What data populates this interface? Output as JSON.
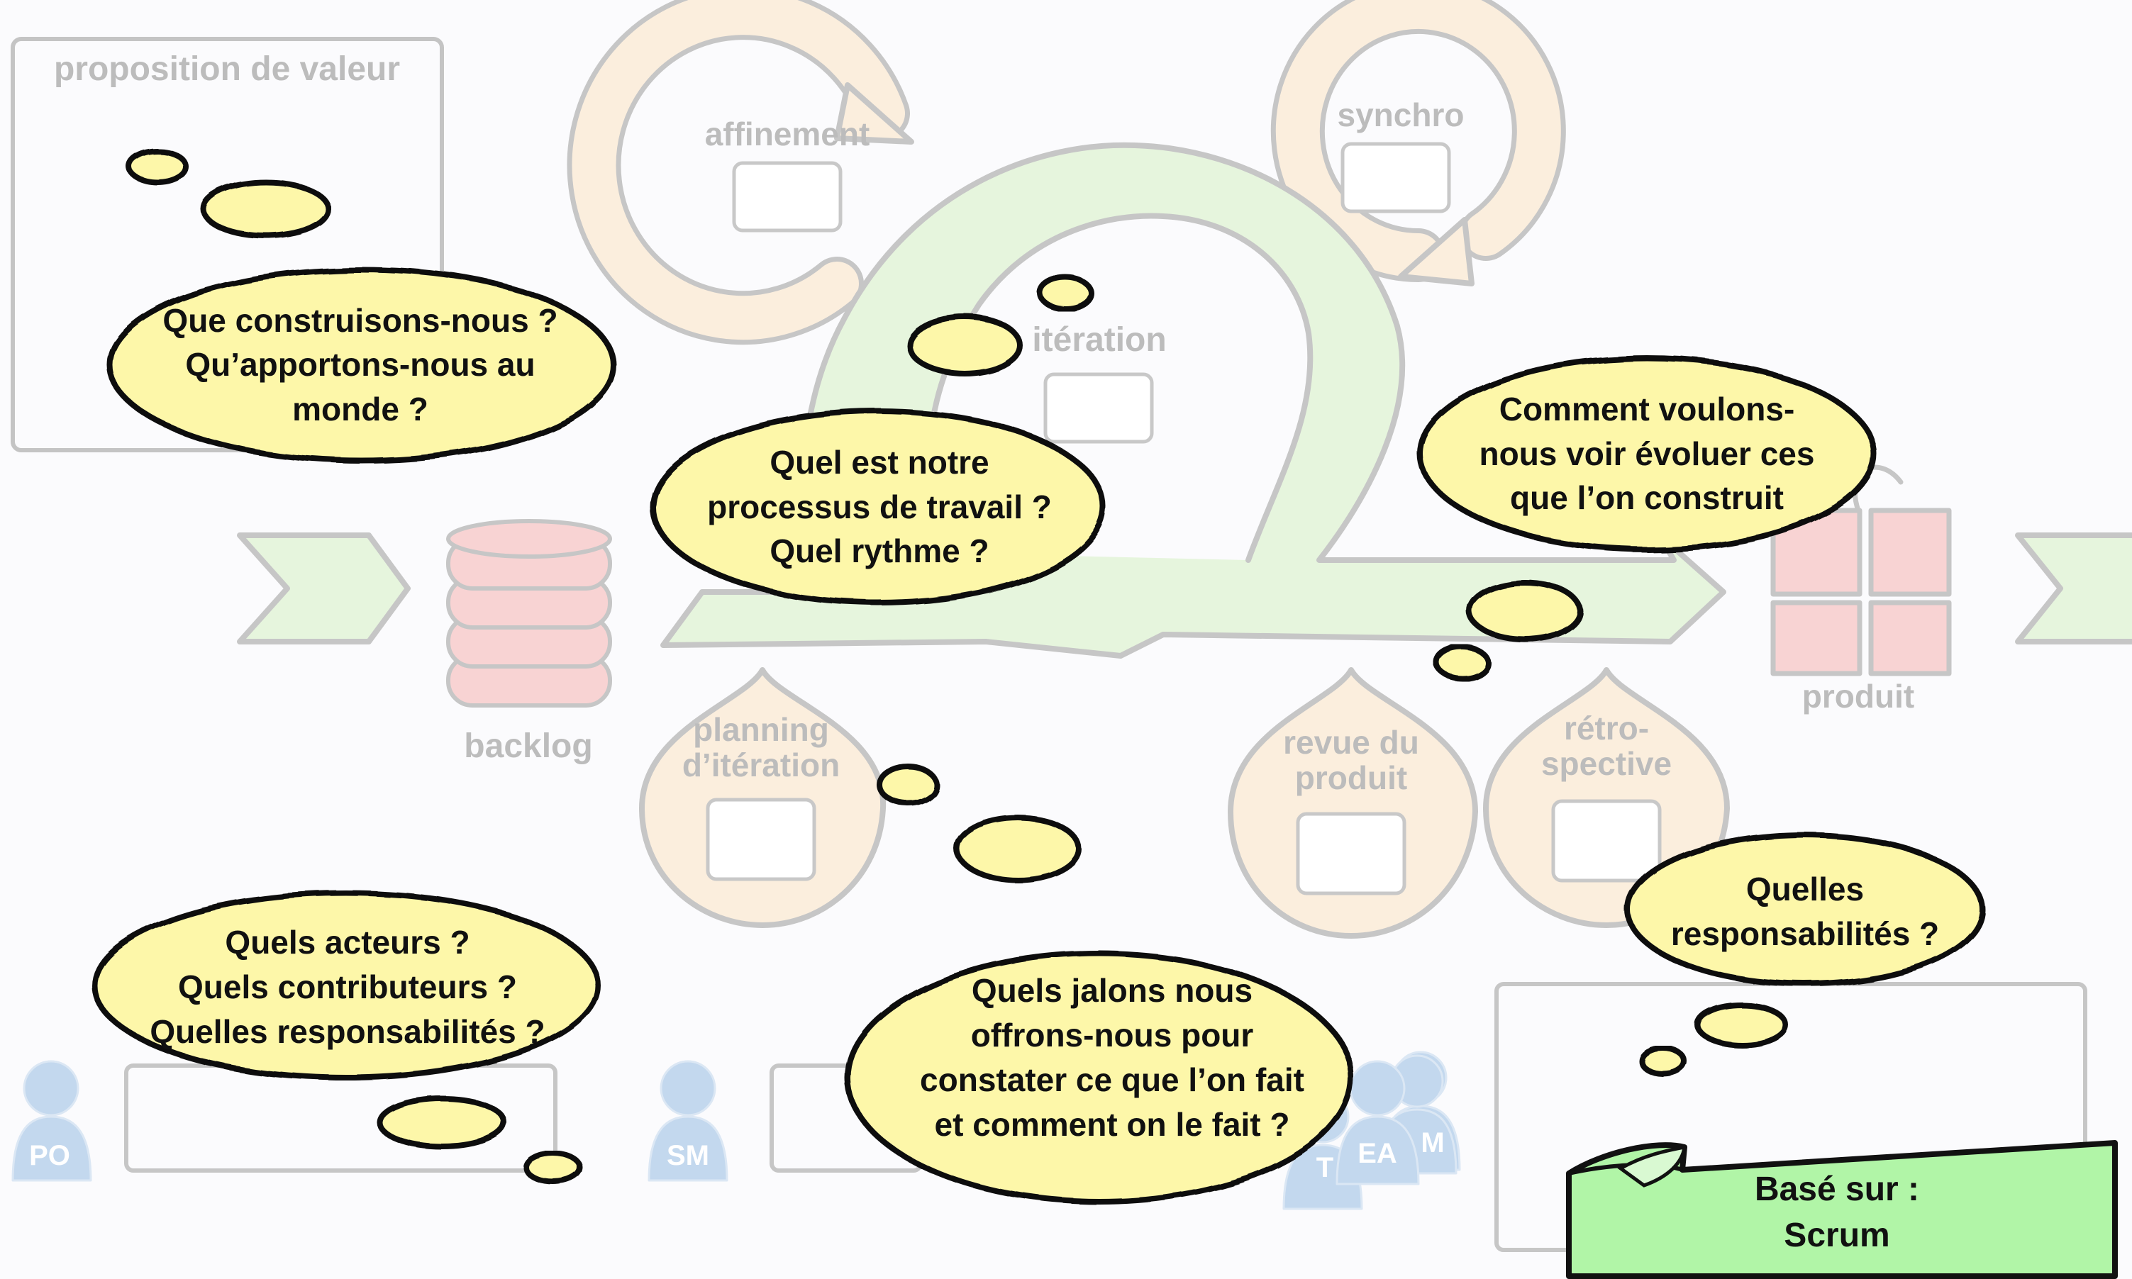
{
  "diagram": {
    "value_proposition_label": "proposition de valeur",
    "backlog_label": "backlog",
    "product_label": "produit",
    "refinement_label": "affinement",
    "sync_label": "synchro",
    "iteration_label": "itération",
    "planning_label": [
      "planning",
      "d’itération"
    ],
    "review_label": [
      "revue du",
      "produit"
    ],
    "retro_label": [
      "rétro-",
      "spective"
    ]
  },
  "roles": {
    "po": "PO",
    "sm": "SM",
    "ea": "EA",
    "t": "T",
    "m": "M"
  },
  "bubbles": {
    "what_we_build": [
      "Que construisons-nous ?",
      "Qu’apportons-nous au",
      "monde ?"
    ],
    "process": [
      "Quel est notre",
      "processus de travail ?",
      "Quel rythme ?"
    ],
    "evolution": [
      "Comment voulons-",
      "nous voir évoluer ces",
      "que l’on construit"
    ],
    "actors": [
      "Quels acteurs ?",
      "Quels contributeurs ?",
      "Quelles responsabilités ?"
    ],
    "milestones": [
      "Quels jalons nous",
      "offrons-nous pour",
      "constater ce que l’on fait",
      "et comment on le fait ?"
    ],
    "responsibilities": [
      "Quelles",
      "responsabilités ?"
    ]
  },
  "note": {
    "lines": [
      "Basé sur :",
      "Scrum"
    ]
  },
  "colors": {
    "bubble_fill": "#fdf7a9",
    "orange_pale": "#fbeedd",
    "green_pale": "#e6f5dd",
    "red_pale": "#f8d3d3",
    "role_blue": "#c3d8ee",
    "note_green": "#b1f5a7"
  }
}
